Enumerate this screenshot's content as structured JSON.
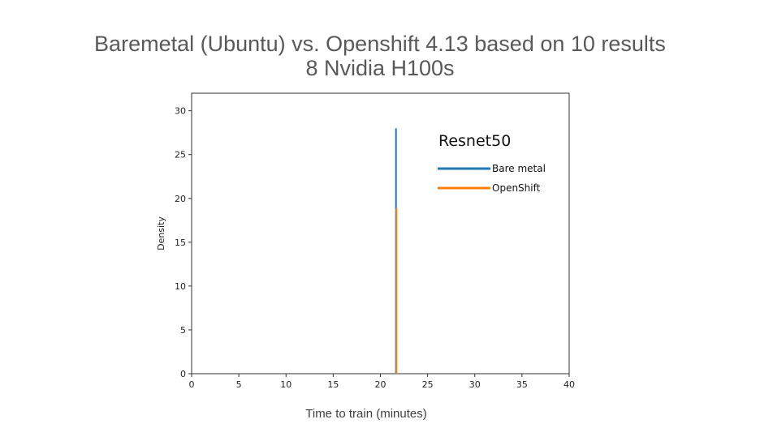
{
  "slide": {
    "title_line1": "Baremetal (Ubuntu) vs. Openshift 4.13 based on 10 results",
    "title_line2": "8 Nvidia H100s"
  },
  "chart_data": {
    "type": "line",
    "title": "",
    "xlabel": "Time to train (minutes)",
    "ylabel": "Density",
    "annotation": "Resnet50",
    "xlim": [
      0,
      40
    ],
    "ylim": [
      0,
      32
    ],
    "xticks": [
      0,
      5,
      10,
      15,
      20,
      25,
      30,
      35,
      40
    ],
    "yticks": [
      0,
      5,
      10,
      15,
      20,
      25,
      30
    ],
    "grid": false,
    "legend_position": "top-right",
    "series": [
      {
        "name": "Bare metal",
        "color": "#1f77b4",
        "x": [
          21.65,
          21.65
        ],
        "y": [
          0,
          28
        ]
      },
      {
        "name": "OpenShift",
        "color": "#ff7f0e",
        "x": [
          21.7,
          21.7
        ],
        "y": [
          0,
          18.9
        ]
      }
    ]
  }
}
